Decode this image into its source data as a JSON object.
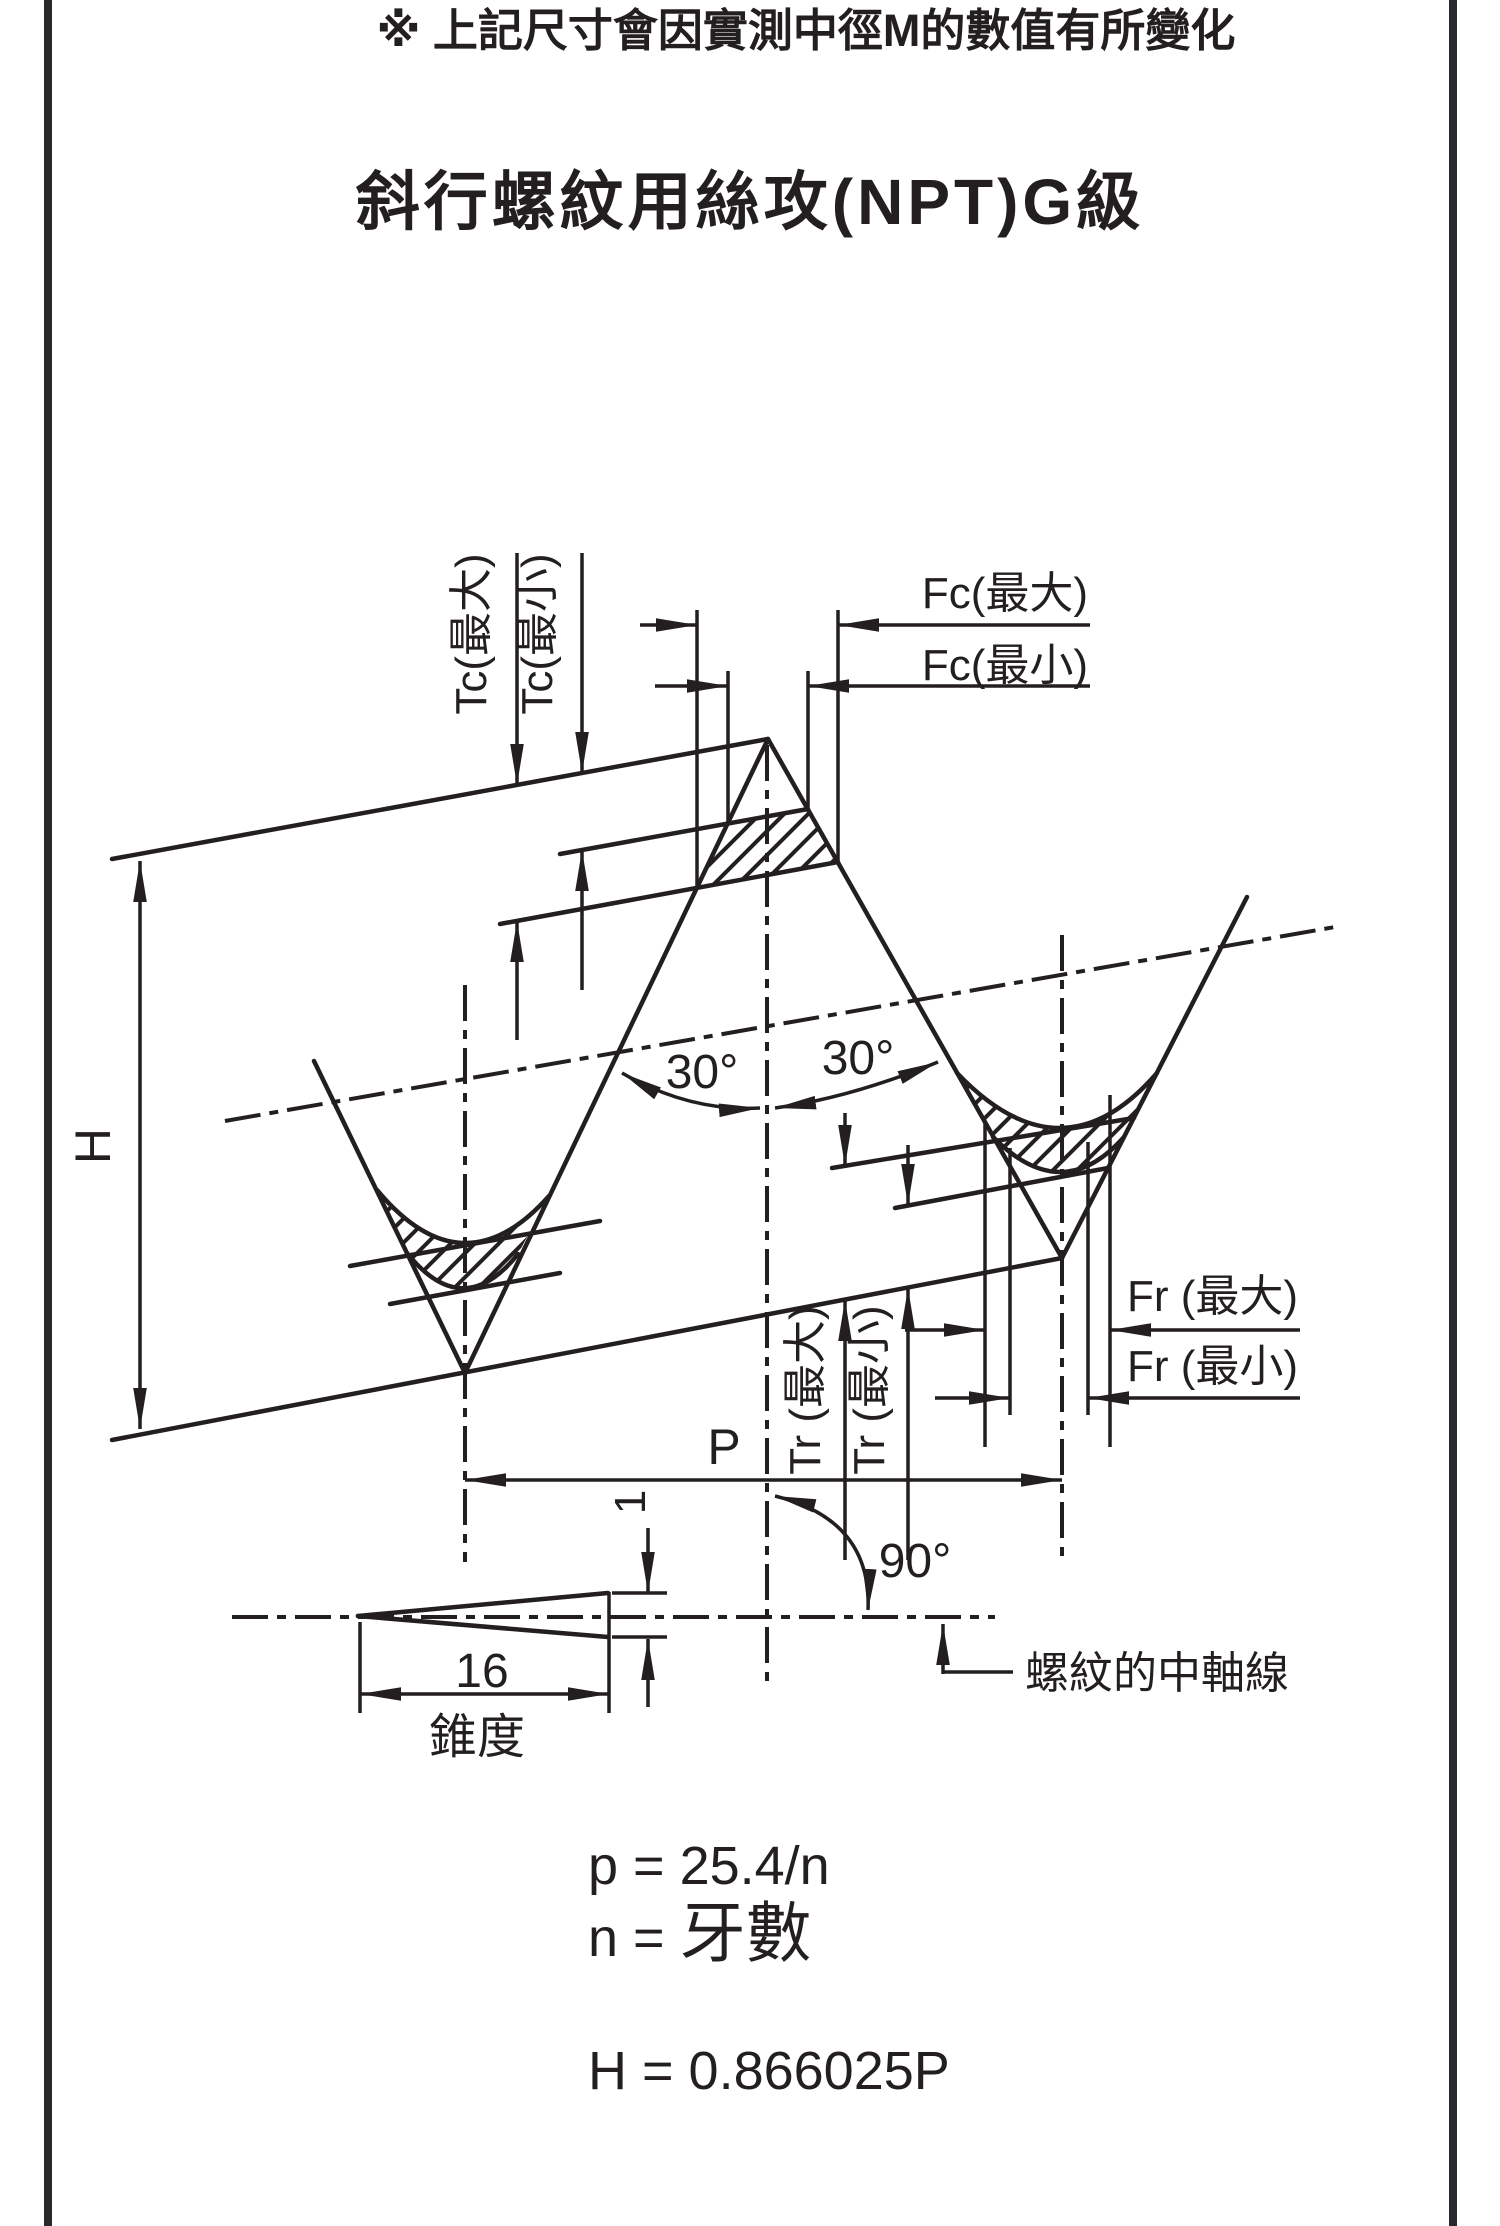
{
  "page": {
    "background": "#ffffff",
    "frame_color": "#2a2a2e",
    "ink": "#231f20"
  },
  "header": {
    "note": "※ 上記尺寸會因實測中徑M的數值有所變化",
    "note_color": "#1c1c2e",
    "title": "斜行螺紋用絲攻(NPT)G級",
    "title_color": "#ce4733"
  },
  "diagram": {
    "labels": {
      "tc_max": "Tc(最大)",
      "tc_min": "Tc(最小)",
      "fc_max": "Fc(最大)",
      "fc_min": "Fc(最小)",
      "height_h": "H",
      "angle_left": "30°",
      "angle_right": "30°",
      "fr_max": "Fr (最大)",
      "fr_min": "Fr (最小)",
      "pitch_p": "P",
      "tr_max": "Tr (最大)",
      "tr_min": "Tr (最小)",
      "angle_axis": "90°",
      "taper_rise": "1",
      "taper_run": "16",
      "taper_caption": "錐度",
      "axis_caption": "螺紋的中軸線"
    }
  },
  "formulas": {
    "pitch": "p = 25.4/n",
    "teeth_prefix": "n =",
    "teeth_value": "牙數",
    "thread_height": "H = 0.866025P"
  }
}
